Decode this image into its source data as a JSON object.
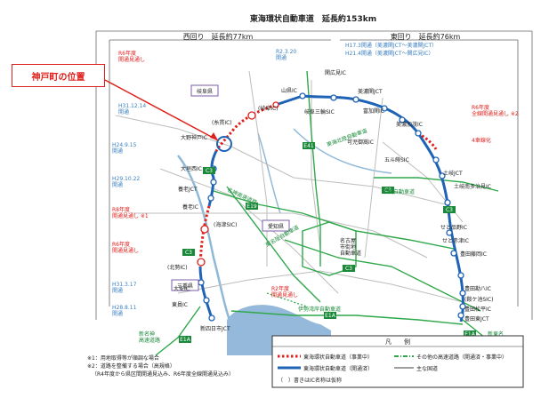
{
  "header": {
    "title": "東海環状自動車道　延長約153km",
    "west": "西回り　延長約77km",
    "east": "東回り　延長約76km"
  },
  "callout": {
    "label": "神戸町の位置"
  },
  "prefectures": [
    "岐阜県",
    "愛知県",
    "三重県"
  ],
  "city_center": "名古屋\n市街地\n自動車道",
  "interchanges": {
    "west": [
      "山県IC",
      "(岐阜IC)",
      "(糸貫IC)",
      "大野神戸IC",
      "大垣西IC",
      "養老JCT",
      "養老IC",
      "(海津SIC)",
      "(北勢IC)",
      "大安IC",
      "東員IC",
      "新四日市JCT"
    ],
    "east": [
      "関広見IC",
      "美濃関JCT",
      "富加関IC",
      "美濃加茂IC",
      "可児御嵩IC",
      "五斗蒔SIC",
      "土岐JCT",
      "土岐南多治見IC",
      "せと品野IC",
      "せと赤津IC",
      "豊田藤岡IC",
      "豊田勘八IC",
      "(鞍ケ池SIC)",
      "豊田松平IC",
      "豊田東JCT"
    ],
    "center": [
      "岐阜三輪SIC",
      "関広見IC"
    ]
  },
  "opening_dates": {
    "west": [
      "R6年度\n開通見通し",
      "H31.12.14\n開通",
      "H24.9.15\n開通",
      "H29.10.22\n開通",
      "R8年度\n開通見通し ※1",
      "R6年度\n開通見通し",
      "H31.3.17\n開通",
      "H28.8.11\n開通"
    ],
    "east": [
      "R2.3.20\n開通",
      "H17.3開通（美濃関JCT～美濃関JCT）",
      "H21.4開通（美濃関JCT～関広見IC）",
      "R6年度\n全線開通見通し ※2",
      "4車線化"
    ],
    "center": [
      "R2年度\n開通見通し"
    ]
  },
  "route_codes": [
    "E41",
    "E1A",
    "E1A",
    "C3",
    "C3",
    "C3",
    "C3",
    "E19",
    "C3",
    "E1A"
  ],
  "roads": {
    "chuo": "中央自動車道",
    "tokai_hokuriku": "東海北陸自動車道",
    "meishin": "名神高速道路",
    "higashi_meihan": "東名阪自動車道",
    "isewangan": "伊勢湾岸自動車道",
    "shin_meishin": "新名神\n高速道路",
    "shin_tomei": "新東名\n高速道路"
  },
  "notes": [
    "※1：用地取得等が順調な場合",
    "※2：道路を整備する場合（高規格）",
    "（R4年度から県区間開通見込み、R6年度全線開通見込み）"
  ],
  "legend": {
    "title": "凡　　例",
    "items": [
      {
        "label": "東海環状自動車道（事業中）",
        "color": "#e0201c"
      },
      {
        "label": "その他の高速道路（開通済・事業中）",
        "color": "#1a8a3a"
      },
      {
        "label": "東海環状自動車道（開通済）",
        "color": "#1e63b5"
      },
      {
        "label": "主な国道",
        "color": "#9e9e9e"
      }
    ],
    "footnote": "（　）書きはIC名称は仮称"
  },
  "colors": {
    "tokai_open": "#1e63b5",
    "tokai_construction": "#e0201c",
    "expressway": "#2ea84a",
    "national_road": "#bdbdbd",
    "river": "#8fb9d8",
    "bay": "#7aa7d1"
  }
}
